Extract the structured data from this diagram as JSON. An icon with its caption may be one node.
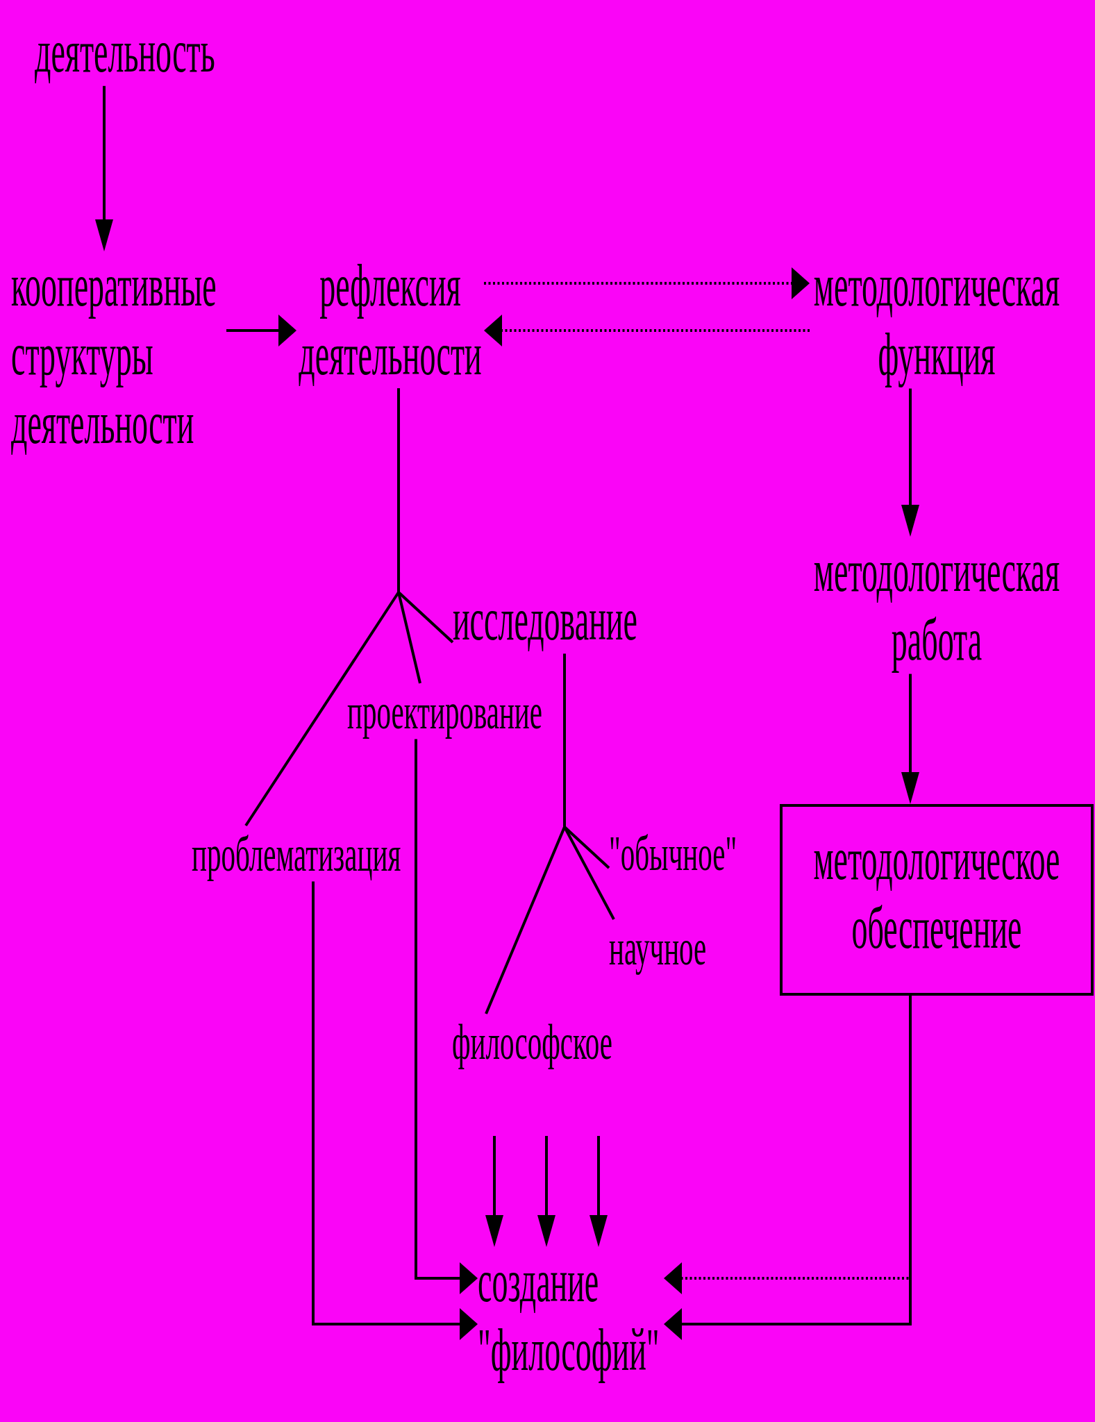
{
  "diagram": {
    "nodes": [
      {
        "text": [
          "деятельность"
        ]
      },
      {
        "text": [
          "кооперативные структуры деятельности"
        ]
      },
      {
        "text": [
          "рефлексия деятельности"
        ]
      },
      {
        "text": [
          "методологическая функция"
        ]
      },
      {
        "text": [
          "методологическая работа"
        ]
      },
      {
        "text": [
          "методологическое обеспечение"
        ]
      },
      {
        "text": [
          "исследование"
        ]
      },
      {
        "text": [
          "проектирование"
        ]
      },
      {
        "text": [
          "проблематизация"
        ]
      },
      {
        "text": [
          "\"обычное\""
        ]
      },
      {
        "text": [
          "научное"
        ]
      },
      {
        "text": [
          "философское"
        ]
      },
      {
        "text": [
          "создание \"философий\""
        ]
      }
    ],
    "edges": [
      {
        "from": 0,
        "to": 1,
        "arrow": "to"
      },
      {
        "from": 1,
        "to": 2,
        "arrow": "to"
      },
      {
        "from": 2,
        "to": 3,
        "arrow": "to",
        "style": "dashed"
      },
      {
        "from": 3,
        "to": 2,
        "arrow": "to",
        "style": "dashed"
      },
      {
        "from": 3,
        "to": 4,
        "arrow": "to"
      },
      {
        "from": 4,
        "to": 5,
        "arrow": "to"
      },
      {
        "from": 2,
        "to": 6,
        "arrow": "none"
      },
      {
        "from": 2,
        "to": 7,
        "arrow": "none"
      },
      {
        "from": 2,
        "to": 8,
        "arrow": "none"
      },
      {
        "from": 6,
        "to": 9,
        "arrow": "none"
      },
      {
        "from": 6,
        "to": 10,
        "arrow": "none"
      },
      {
        "from": 6,
        "to": 11,
        "arrow": "none"
      },
      {
        "from": 7,
        "to": 12,
        "arrow": "to"
      },
      {
        "from": 8,
        "to": 12,
        "arrow": "to"
      },
      {
        "from": 5,
        "to": 12,
        "arrow": "to"
      },
      {
        "from": 5,
        "to": 12,
        "arrow": "to",
        "style": "dashed"
      },
      {
        "from": null,
        "to": 12,
        "arrow": "to"
      },
      {
        "from": null,
        "to": 12,
        "arrow": "to"
      },
      {
        "from": null,
        "to": 12,
        "arrow": "to"
      }
    ]
  }
}
